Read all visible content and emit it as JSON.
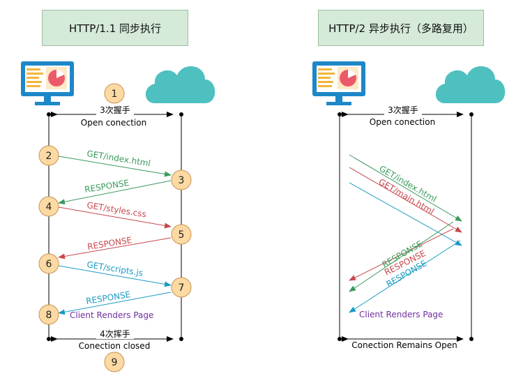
{
  "titles": {
    "left": "HTTP/1.1 同步执行",
    "right": "HTTP/2 异步执行（多路复用）"
  },
  "left": {
    "handshake_top": "3次握手",
    "open_label": "Open conection",
    "handshake_bottom": "4次挥手",
    "closed_label": "Conection closed",
    "steps": [
      "1",
      "2",
      "3",
      "4",
      "5",
      "6",
      "7",
      "8",
      "9"
    ],
    "messages": [
      {
        "text": "GET/index.html",
        "color": "#3a9a5c"
      },
      {
        "text": "RESPONSE",
        "color": "#3a9a5c"
      },
      {
        "text": "GET/styles.css",
        "color": "#c8474b"
      },
      {
        "text": "RESPONSE",
        "color": "#c8474b"
      },
      {
        "text": "GET/scripts.js",
        "color": "#1a9bc3"
      },
      {
        "text": "RESPONSE",
        "color": "#1a9bc3"
      }
    ],
    "render_label": "Client Renders Page"
  },
  "right": {
    "handshake_top": "3次握手",
    "open_label": "Open conection",
    "requests": [
      {
        "text": "GET/index.html",
        "color": "#3a9a5c"
      },
      {
        "text": "GET/main.html",
        "color": "#c8474b"
      }
    ],
    "responses": [
      {
        "text": "RESPONSE",
        "color": "#3a9a5c"
      },
      {
        "text": "RESPONSE",
        "color": "#c8474b"
      },
      {
        "text": "RESPONSE",
        "color": "#1a9bc3"
      }
    ],
    "render_label": "Client Renders Page",
    "remains_label": "Conection Remains Open"
  },
  "colors": {
    "green": "#3a9a5c",
    "red": "#c8474b",
    "blue": "#1a9bc3",
    "purple": "#7030a0",
    "step_fill": "#fdd9a3",
    "step_stroke": "#c49552",
    "cloud": "#4fc0c0",
    "monitor": "#1d87c8",
    "title_bg": "#d5ead9"
  }
}
